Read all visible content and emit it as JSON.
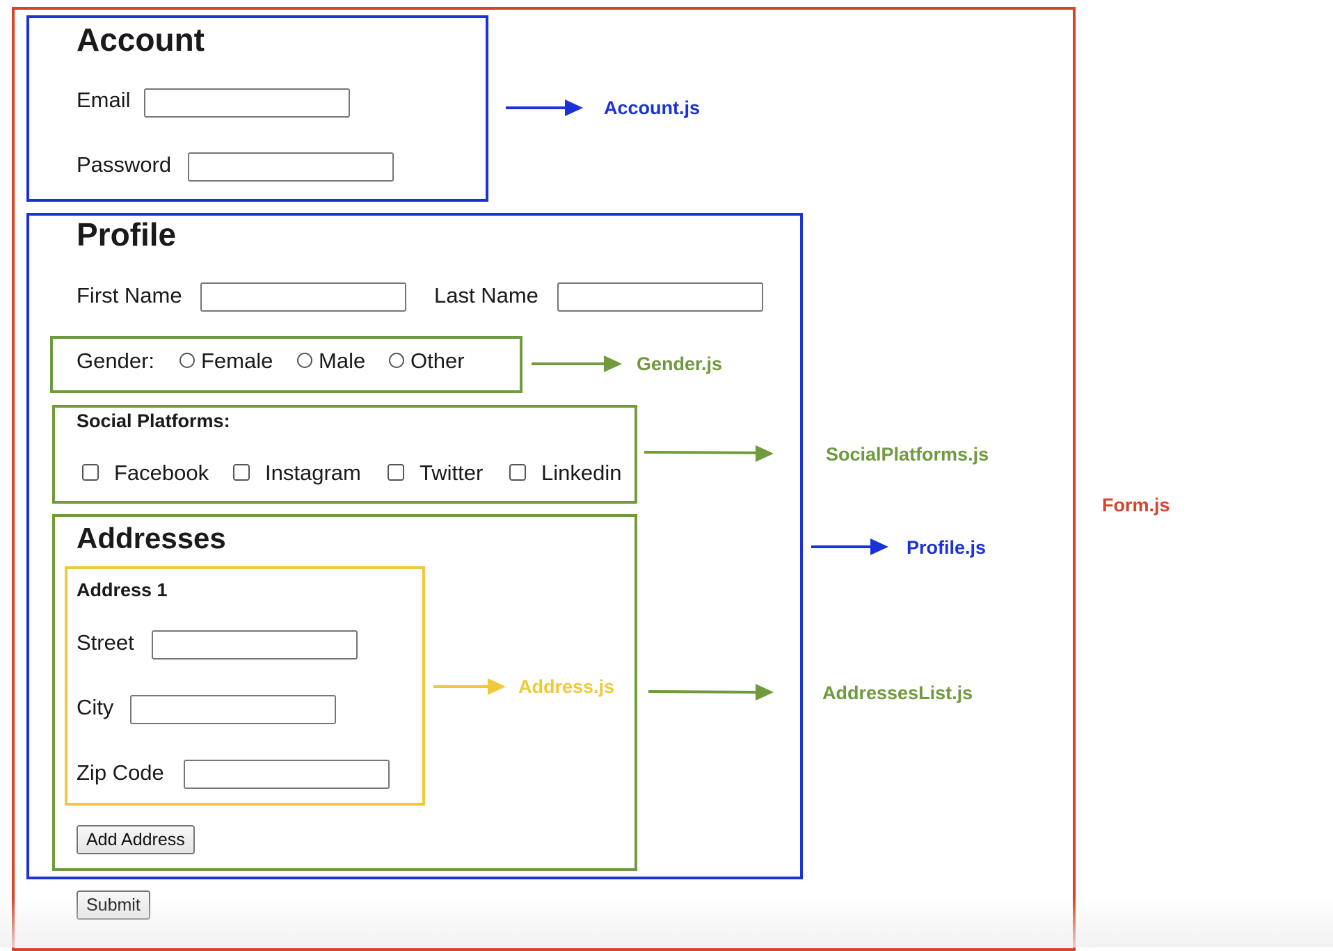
{
  "account": {
    "title": "Account",
    "email_label": "Email",
    "password_label": "Password"
  },
  "profile": {
    "title": "Profile",
    "first_name_label": "First Name",
    "last_name_label": "Last Name",
    "gender": {
      "label": "Gender:",
      "options": [
        "Female",
        "Male",
        "Other"
      ]
    },
    "social": {
      "title": "Social Platforms:",
      "options": [
        "Facebook",
        "Instagram",
        "Twitter",
        "Linkedin"
      ]
    },
    "addresses": {
      "title": "Addresses",
      "address1": {
        "title": "Address 1",
        "street_label": "Street",
        "city_label": "City",
        "zip_label": "Zip Code"
      },
      "add_button": "Add Address"
    }
  },
  "submit_button": "Submit",
  "annotations": {
    "account": "Account.js",
    "gender": "Gender.js",
    "social": "SocialPlatforms.js",
    "form": "Form.js",
    "profile": "Profile.js",
    "address": "Address.js",
    "addresses_list": "AddressesList.js"
  },
  "colors": {
    "form": "#d6442b",
    "component_blue": "#1b32d8",
    "component_green": "#6f9a3d",
    "component_yellow": "#f0c93a"
  }
}
